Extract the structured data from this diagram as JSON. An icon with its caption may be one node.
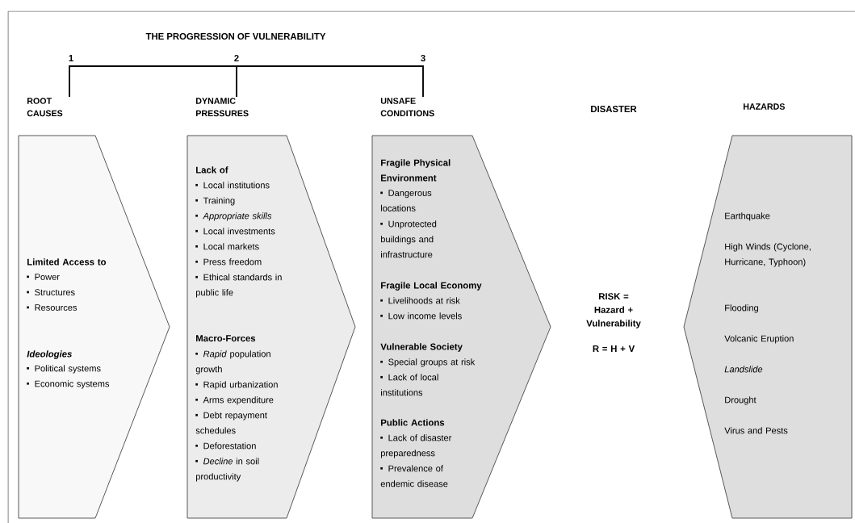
{
  "diagram": {
    "title": "THE PROGRESSION OF VULNERABILITY",
    "nodes": [
      {
        "text": [
          "ROOT CAUSES",
          "Limited Access to",
          "Power",
          "Structures",
          "Resources",
          "Ideologies",
          "Political systems",
          "Economic systems"
        ]
      },
      {
        "text": [
          "DYNAMIC PRESSURES",
          "Lack of",
          "Local institutions",
          "Training",
          "Appropriate skills",
          "Local investments",
          "Local markets",
          "Press freedom",
          "Ethical standards in public life",
          "Macro-Forces",
          "*Rapid* population growth",
          "Rapid urbanization",
          "Arms expenditure",
          "Debt repayment schedules",
          "Deforestation",
          "*Decline* in soil productivity"
        ]
      },
      {
        "text": [
          "UNSAFE CONDITIONS",
          "Fragile Physical Environment",
          "Dangerous locations",
          "Unprotected buildings and infrastructure",
          "Fragile Local Economy",
          "Livelihoods at risk",
          "Low income levels",
          "Vulnerable Society",
          "Special groups at risk",
          "Lack of local institutions",
          "Public Actions",
          "Lack of disaster preparedness",
          "Prevalence of endemic disease"
        ]
      },
      {
        "text": [
          "HAZARDS",
          "Earthquake",
          "High Winds (Cyclone, Hurricane, Typhoon)",
          "Flooding",
          "Volcanic Eruption",
          "Landslide",
          "Drought",
          "Virus and Pests"
        ]
      }
    ],
    "labels": [
      "1",
      "2",
      "3",
      "DISASTER",
      "RISK = Hazard + Vulnerability",
      "R = H + V"
    ]
  }
}
